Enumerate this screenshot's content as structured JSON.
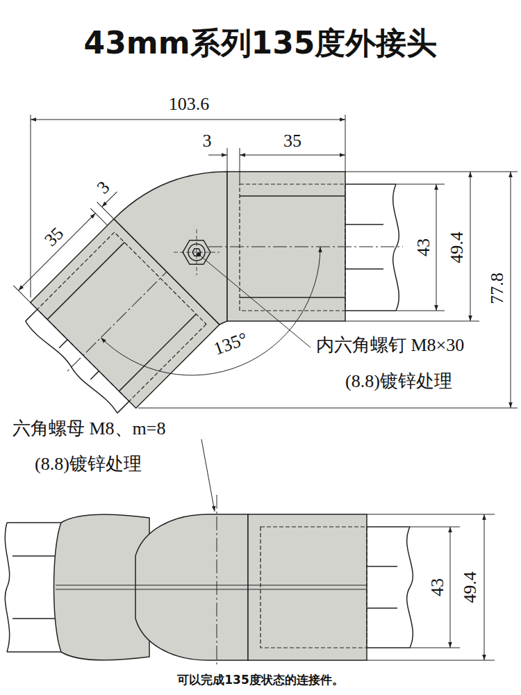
{
  "diagram": {
    "title": "43mm系列135度外接头",
    "caption": "可以完成135度状态的连接件。",
    "labels": [
      "103.6",
      "3",
      "35",
      "3",
      "35",
      "43",
      "49.4",
      "77.8",
      "135°",
      "内六角螺钉 M8×30",
      "(8.8)镀锌处理",
      "六角螺母 M8、m=8",
      "(8.8)镀锌处理",
      "43",
      "49.4"
    ]
  }
}
